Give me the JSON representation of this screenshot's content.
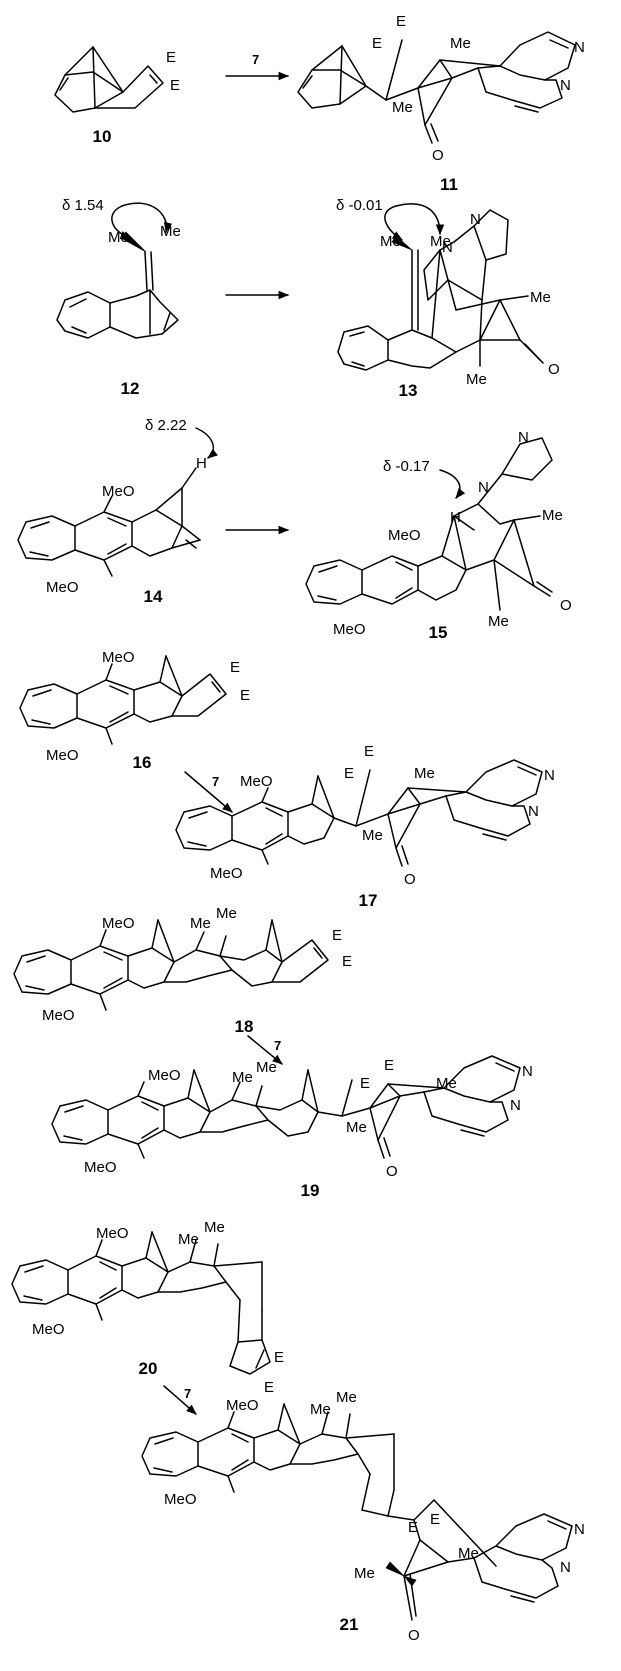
{
  "reagent": "7",
  "ester": "E",
  "methyl": "Me",
  "methoxy": "MeO",
  "oxygen": "O",
  "nitrogen": "N",
  "hydrogen": "H",
  "compounds": [
    {
      "id": "c10",
      "label": "10"
    },
    {
      "id": "c11",
      "label": "11"
    },
    {
      "id": "c12",
      "label": "12"
    },
    {
      "id": "c13",
      "label": "13"
    },
    {
      "id": "c14",
      "label": "14"
    },
    {
      "id": "c15",
      "label": "15"
    },
    {
      "id": "c16",
      "label": "16"
    },
    {
      "id": "c17",
      "label": "17"
    },
    {
      "id": "c18",
      "label": "18"
    },
    {
      "id": "c19",
      "label": "19"
    },
    {
      "id": "c20",
      "label": "20"
    },
    {
      "id": "c21",
      "label": "21"
    }
  ],
  "shifts": [
    {
      "label": "δ 1.54"
    },
    {
      "label": "δ -0.01"
    },
    {
      "label": "δ 2.22"
    },
    {
      "label": "δ -0.17"
    }
  ]
}
